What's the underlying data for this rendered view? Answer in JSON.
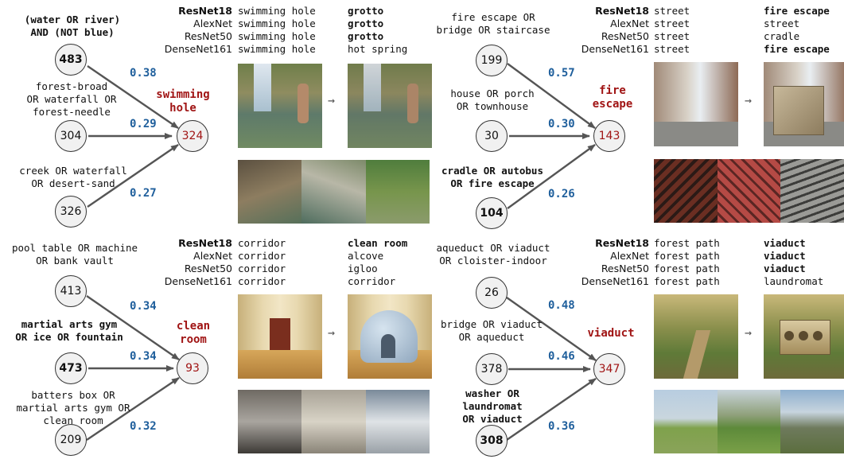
{
  "panels": [
    {
      "concepts": [
        {
          "text": [
            "(water OR river)",
            "AND (NOT blue)"
          ],
          "bold": true
        },
        {
          "text": [
            "forest-broad",
            "OR waterfall OR",
            "forest-needle"
          ],
          "bold": false
        },
        {
          "text": [
            "creek OR waterfall",
            "OR desert-sand"
          ],
          "bold": false
        }
      ],
      "nodes": [
        "483",
        "304",
        "326"
      ],
      "weights": [
        "0.38",
        "0.29",
        "0.27"
      ],
      "target_label": [
        "swimming",
        "hole"
      ],
      "target_node": "324",
      "models": [
        "ResNet18",
        "AlexNet",
        "ResNet50",
        "DenseNet161"
      ],
      "before": [
        "swimming hole",
        "swimming hole",
        "swimming hole",
        "swimming hole"
      ],
      "after": [
        "grotto",
        "grotto",
        "grotto",
        "hot spring"
      ]
    },
    {
      "concepts": [
        {
          "text": [
            "fire escape OR",
            "bridge OR staircase"
          ],
          "bold": false
        },
        {
          "text": [
            "house OR porch",
            "OR townhouse"
          ],
          "bold": false
        },
        {
          "text": [
            "cradle OR autobus",
            "OR fire escape"
          ],
          "bold": true
        }
      ],
      "nodes": [
        "199",
        "30",
        "104"
      ],
      "weights": [
        "0.57",
        "0.30",
        "0.26"
      ],
      "target_label": [
        "fire",
        "escape"
      ],
      "target_node": "143",
      "models": [
        "ResNet18",
        "AlexNet",
        "ResNet50",
        "DenseNet161"
      ],
      "before": [
        "street",
        "street",
        "street",
        "street"
      ],
      "after": [
        "fire escape",
        "street",
        "cradle",
        "fire escape"
      ]
    },
    {
      "concepts": [
        {
          "text": [
            "pool table OR machine",
            "OR bank vault"
          ],
          "bold": false
        },
        {
          "text": [
            "martial arts gym",
            "OR ice OR fountain"
          ],
          "bold": true
        },
        {
          "text": [
            "batters box OR",
            "martial arts gym OR",
            "clean room"
          ],
          "bold": false
        }
      ],
      "nodes": [
        "413",
        "473",
        "209"
      ],
      "weights": [
        "0.34",
        "0.34",
        "0.32"
      ],
      "target_label": [
        "clean",
        "room"
      ],
      "target_node": "93",
      "models": [
        "ResNet18",
        "AlexNet",
        "ResNet50",
        "DenseNet161"
      ],
      "before": [
        "corridor",
        "corridor",
        "corridor",
        "corridor"
      ],
      "after": [
        "clean room",
        "alcove",
        "igloo",
        "corridor"
      ]
    },
    {
      "concepts": [
        {
          "text": [
            "aqueduct OR viaduct",
            "OR cloister-indoor"
          ],
          "bold": false
        },
        {
          "text": [
            "bridge OR viaduct",
            "OR aqueduct"
          ],
          "bold": false
        },
        {
          "text": [
            "washer OR",
            "laundromat",
            "OR viaduct"
          ],
          "bold": true
        }
      ],
      "nodes": [
        "26",
        "378",
        "308"
      ],
      "weights": [
        "0.48",
        "0.46",
        "0.36"
      ],
      "target_label": [
        "viaduct"
      ],
      "target_node": "347",
      "models": [
        "ResNet18",
        "AlexNet",
        "ResNet50",
        "DenseNet161"
      ],
      "before": [
        "forest path",
        "forest path",
        "forest path",
        "forest path"
      ],
      "after": [
        "viaduct",
        "viaduct",
        "viaduct",
        "laundromat"
      ]
    }
  ],
  "arrow_glyph": "→",
  "colors": {
    "weight": "#1f5f9c",
    "target": "#a01414",
    "node_fill": "#f1f1f1"
  }
}
